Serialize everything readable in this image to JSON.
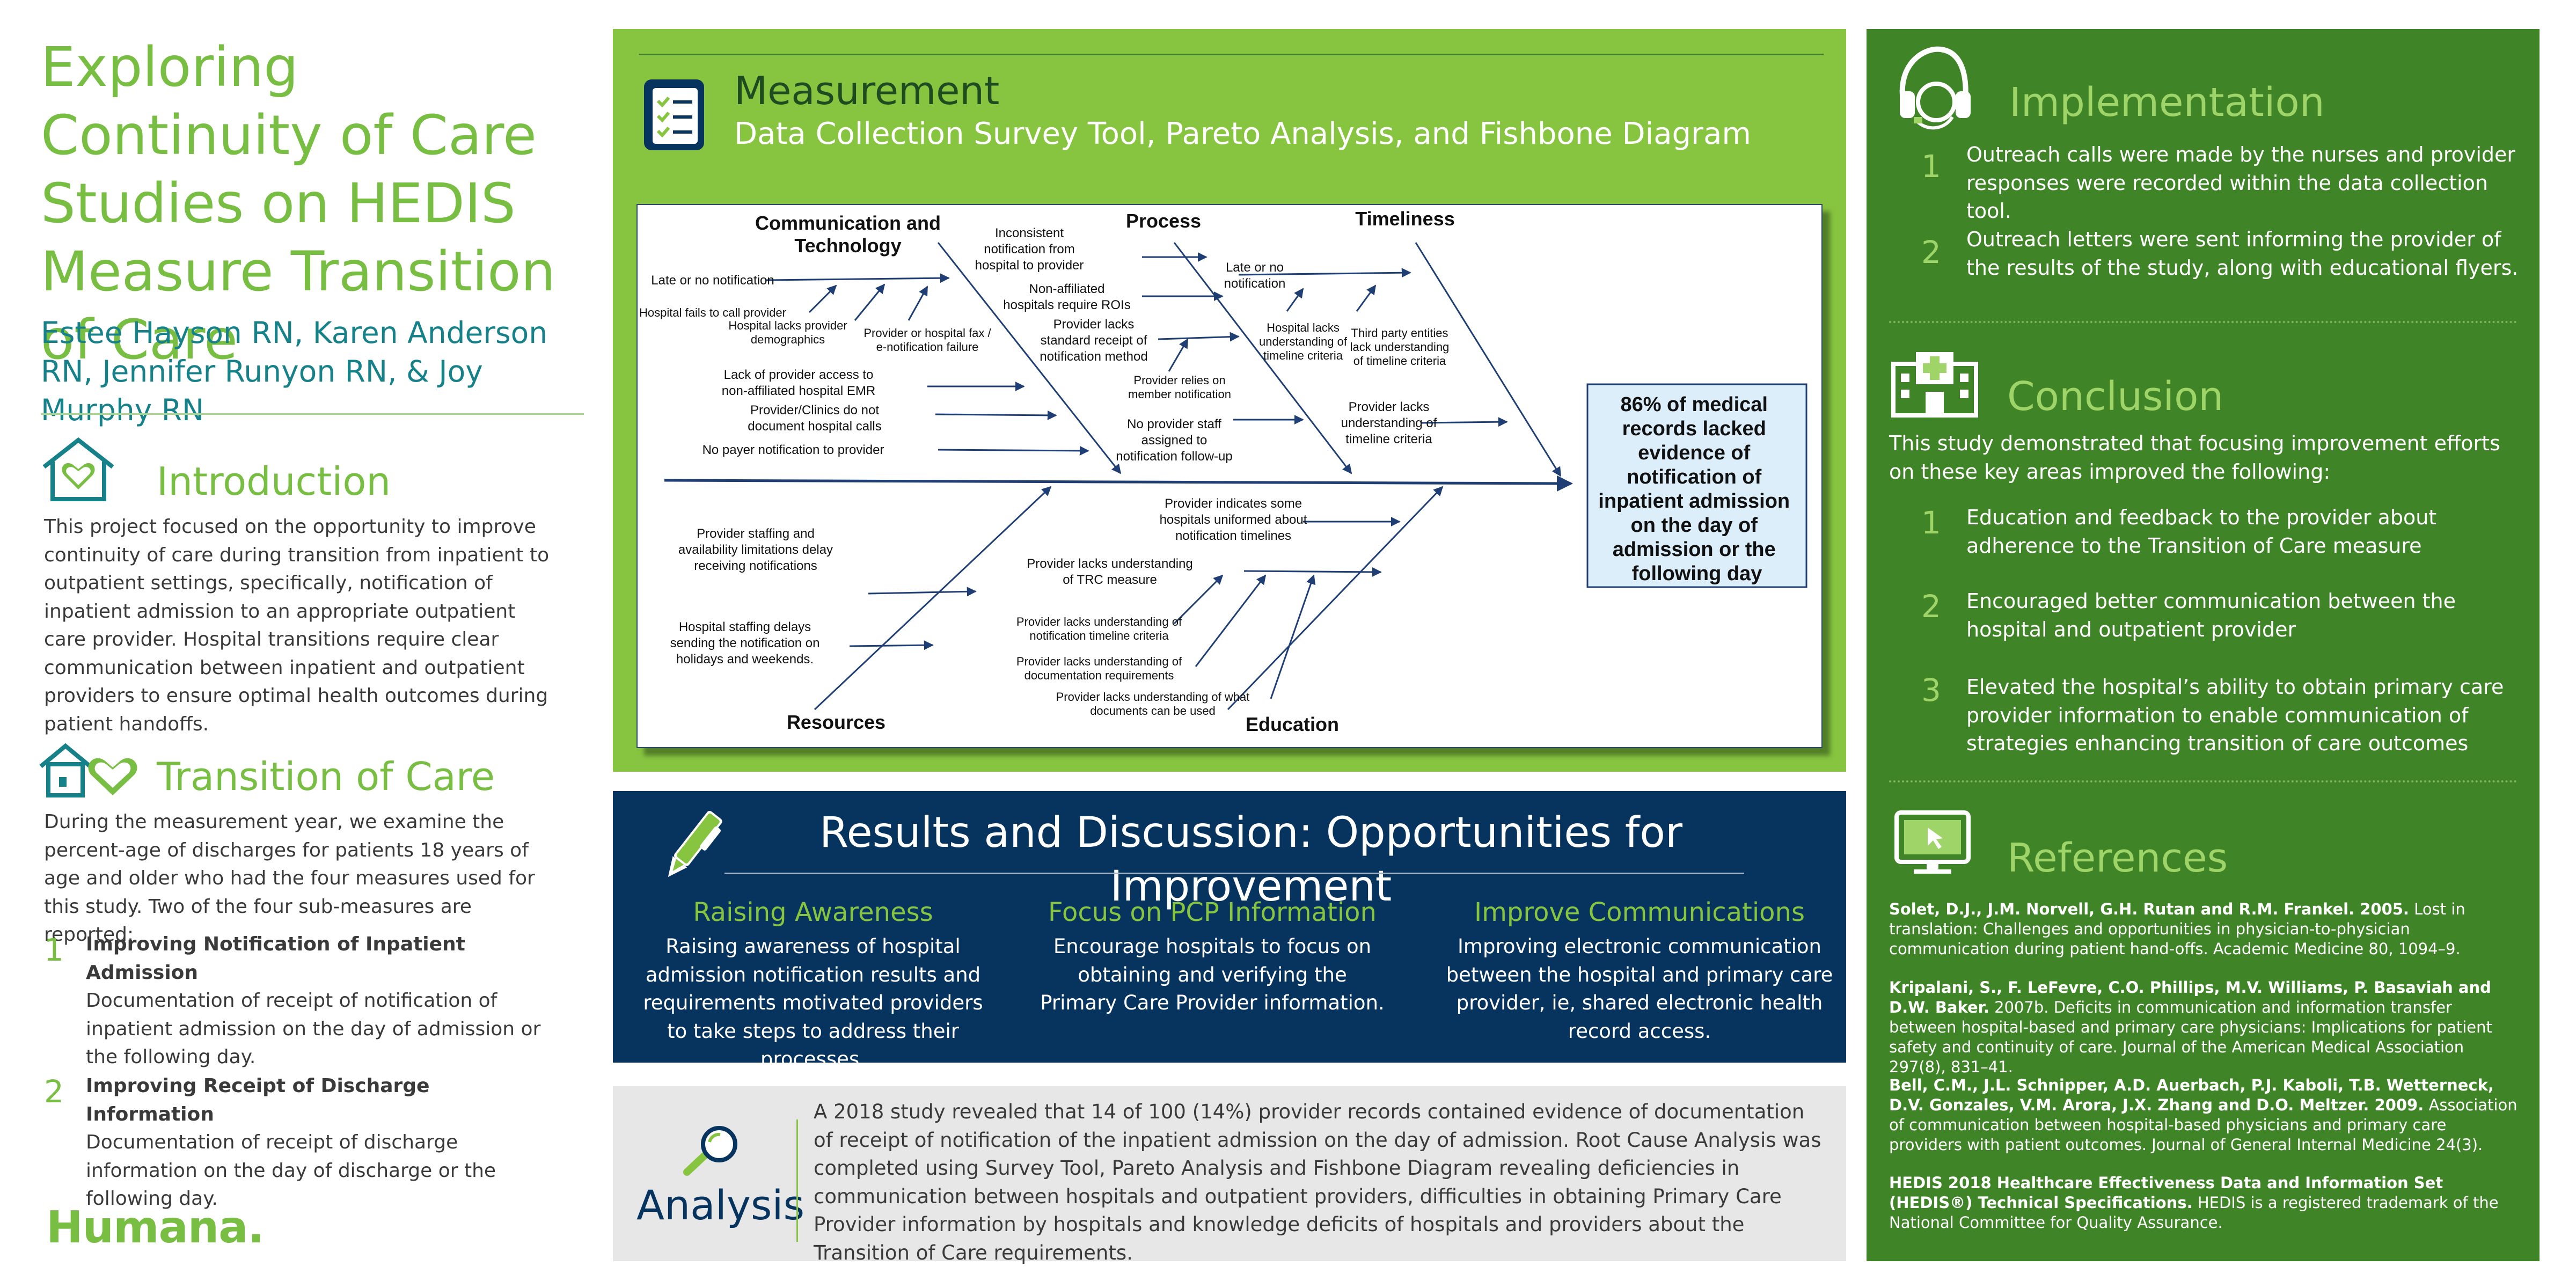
{
  "poster": {
    "title": "Exploring Continuity of Care Studies on HEDIS Measure Transition of Care",
    "authors": "Estee Hayson RN, Karen Anderson RN, Jennifer Runyon RN, & Joy Murphy RN",
    "logo": "Humana."
  },
  "introduction": {
    "heading": "Introduction",
    "icon": "house-heart-icon",
    "text": "This project focused on the opportunity to improve continuity of care during transition from inpatient to outpatient settings, specifically, notification of inpatient admission to an appropriate outpatient care provider. Hospital transitions require clear communication between inpatient and outpatient providers to ensure optimal health outcomes during patient handoffs."
  },
  "transition": {
    "heading": "Transition of Care",
    "icon": "houses-heart-icon",
    "text": "During the measurement year, we examine the percent-age of discharges for patients 18 years of age and older who had the four measures used for this study. Two of the four sub-measures are reported:",
    "items": [
      {
        "num": "1",
        "title": "Improving Notification of Inpatient Admission",
        "text": "Documentation of receipt of notification of inpatient admission on the day of admission or the following day."
      },
      {
        "num": "2",
        "title": "Improving Receipt of Discharge Information",
        "text": "Documentation of receipt of discharge information on the day of discharge or the following day."
      }
    ]
  },
  "measurement": {
    "heading": "Measurement",
    "subheading": "Data Collection Survey Tool, Pareto Analysis, and Fishbone Diagram",
    "icon": "checklist-icon"
  },
  "fishbone": {
    "categories": {
      "communication": "Communication and Technology",
      "process": "Process",
      "timeliness": "Timeliness",
      "resources": "Resources",
      "education": "Education"
    },
    "effect": "86% of medical records lacked evidence of notification of inpatient admission on the day of admission or the following day",
    "causes": {
      "late_notification": "Late or no notification",
      "hospital_fails_call": "Hospital fails to call provider",
      "hospital_lacks_demo": "Hospital lacks provider demographics",
      "fax_failure": "Provider or hospital fax / e-notification failure",
      "lack_emr": "Lack of provider access to non-affiliated hospital EMR",
      "clinics_not_document": "Provider/Clinics do not document hospital calls",
      "no_payer": "No payer notification to provider",
      "inconsistent": "Inconsistent notification from hospital to provider",
      "non_affiliated_roi": "Non-affiliated hospitals require ROIs",
      "lacks_standard": "Provider lacks standard receipt of notification method",
      "relies_member": "Provider relies on member notification",
      "no_staff": "No provider staff assigned to notification follow-up",
      "t_late": "Late or no notification",
      "t_hospital_criteria": "Hospital lacks understanding of timeline criteria",
      "t_third_party": "Third party entities lack understanding of timeline criteria",
      "t_provider_criteria": "Provider lacks understanding of timeline criteria",
      "r_staffing": "Provider staffing and availability limitations delay receiving notifications",
      "r_hospital_delays": "Hospital staffing delays sending the notification on holidays and weekends.",
      "e_uniformed": "Provider indicates some hospitals uniformed about notification timelines",
      "e_trc": "Provider lacks understanding of TRC measure",
      "e_notif_criteria": "Provider lacks understanding of notification timeline criteria",
      "e_doc_req": "Provider lacks understanding of documentation requirements",
      "e_what_docs": "Provider lacks understanding of what documents can be used"
    }
  },
  "results": {
    "heading": "Results and Discussion: Opportunities for Improvement",
    "icon": "pen-icon",
    "columns": [
      {
        "heading": "Raising Awareness",
        "text": "Raising awareness of hospital admission notification results and requirements motivated providers to take steps to address their processes."
      },
      {
        "heading": "Focus on PCP Information",
        "text": "Encourage hospitals to focus on obtaining and verifying the Primary Care Provider information."
      },
      {
        "heading": "Improve Communications",
        "text": "Improving electronic communication between the hospital and primary care provider, ie, shared electronic health record access."
      }
    ]
  },
  "analysis": {
    "heading": "Analysis",
    "icon": "magnifier-icon",
    "text": "A 2018 study revealed that 14 of 100 (14%) provider records contained evidence of documentation of receipt of notification of the inpatient admission on the day of admission. Root Cause Analysis was completed using Survey Tool, Pareto Analysis and Fishbone Diagram revealing deficiencies in communication between hospitals and outpatient providers, difficulties in obtaining Primary Care Provider information by hospitals and knowledge deficits of hospitals and providers about the Transition of Care requirements."
  },
  "implementation": {
    "heading": "Implementation",
    "icon": "headset-icon",
    "items": [
      {
        "num": "1",
        "text": "Outreach calls were made by the nurses and provider responses were recorded within the data collection tool."
      },
      {
        "num": "2",
        "text": "Outreach letters were sent informing the provider of the results of the study, along with educational flyers."
      }
    ]
  },
  "conclusion": {
    "heading": "Conclusion",
    "icon": "hospital-icon",
    "intro": "This study demonstrated that focusing  improvement efforts on these key areas improved the following:",
    "items": [
      {
        "num": "1",
        "text": "Education and feedback to the provider about adherence to the Transition of Care measure"
      },
      {
        "num": "2",
        "text": "Encouraged better communication between the hospital and outpatient provider"
      },
      {
        "num": "3",
        "text": "Elevated the hospital’s ability to obtain primary care provider  information to enable communication of strategies enhancing transition of care outcomes"
      }
    ]
  },
  "references": {
    "heading": "References",
    "icon": "computer-icon",
    "items": [
      {
        "authors": "Solet, D.J., J.M. Norvell, G.H. Rutan and R.M. Frankel. 2005.",
        "text": " Lost in translation: Challenges and opportunities in physician-to-physician communication during patient hand-offs. Academic Medicine 80, 1094–9."
      },
      {
        "authors": "Kripalani, S., F. LeFevre, C.O. Phillips, M.V. Williams, P. Basaviah and D.W. Baker.",
        "text": " 2007b. Deficits in communication and information transfer between hospital-based and primary care physicians: Implications for patient safety and continuity of care. Journal of the American Medical Association 297(8), 831–41."
      },
      {
        "authors": "Bell, C.M., J.L. Schnipper, A.D. Auerbach, P.J. Kaboli, T.B. Wetterneck, D.V. Gonzales, V.M. Arora, J.X. Zhang and D.O. Meltzer. 2009.",
        "text": " Association of communication between hospital-based physicians and primary care providers with patient outcomes. Journal of General Internal Medicine 24(3)."
      },
      {
        "authors": "HEDIS 2018 Healthcare Effectiveness Data and Information Set (HEDIS®) Technical Specifications.",
        "text": " HEDIS is a registered trademark of the National Committee for Quality Assurance."
      }
    ]
  },
  "colors": {
    "green": "#78be43",
    "teal": "#17818a",
    "dark_green": "#3f8426",
    "navy": "#07345f",
    "light_green": "#87c540"
  }
}
